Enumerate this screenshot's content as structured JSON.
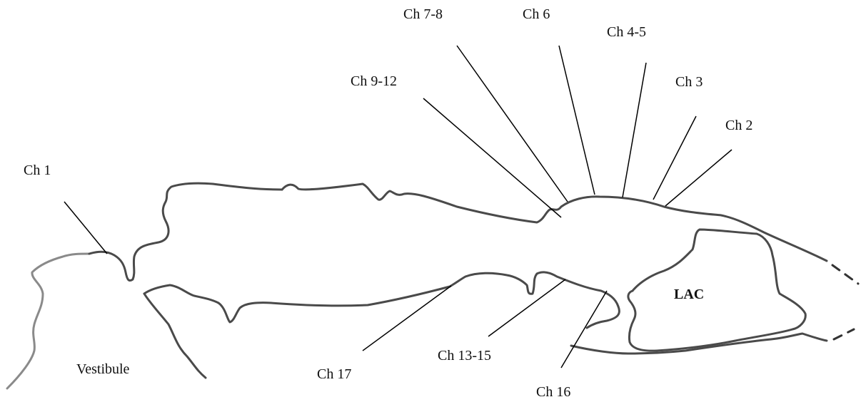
{
  "labels": {
    "ch1": "Ch 1",
    "ch2": "Ch 2",
    "ch3": "Ch 3",
    "ch4_5": "Ch 4-5",
    "ch6": "Ch 6",
    "ch7_8": "Ch 7-8",
    "ch9_12": "Ch 9-12",
    "ch13_15": "Ch 13-15",
    "ch16": "Ch 16",
    "ch17": "Ch 17",
    "vestibule": "Vestibule",
    "lac": "LAC"
  }
}
